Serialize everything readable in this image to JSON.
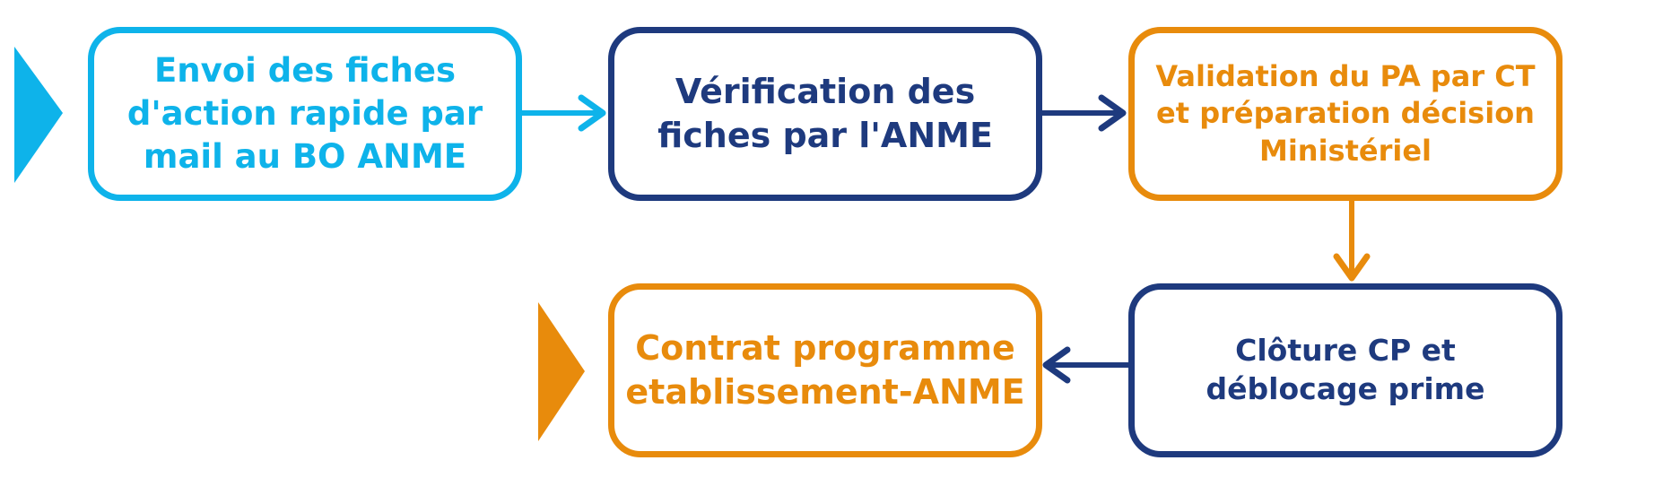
{
  "colors": {
    "light_blue": "#0eb3ea",
    "navy": "#1e3a7e",
    "orange": "#e88b0c"
  },
  "steps": [
    {
      "label": "Envoi des fiches d'action rapide par mail au BO ANME",
      "color": "light_blue"
    },
    {
      "label": "Vérification des fiches par l'ANME",
      "color": "navy"
    },
    {
      "label": "Validation du PA par CT et préparation décision Ministériel",
      "color": "orange"
    },
    {
      "label": "Clôture CP et déblocage prime",
      "color": "navy"
    },
    {
      "label": "Contrat programme etablissement-ANME",
      "color": "orange"
    }
  ],
  "flow": [
    {
      "from": 1,
      "to": 2,
      "color": "light_blue"
    },
    {
      "from": 2,
      "to": 3,
      "color": "navy"
    },
    {
      "from": 3,
      "to": 4,
      "color": "orange"
    },
    {
      "from": 4,
      "to": 5,
      "color": "navy"
    }
  ],
  "start_markers": [
    {
      "step": 1,
      "color": "light_blue"
    },
    {
      "step": 5,
      "color": "orange"
    }
  ]
}
